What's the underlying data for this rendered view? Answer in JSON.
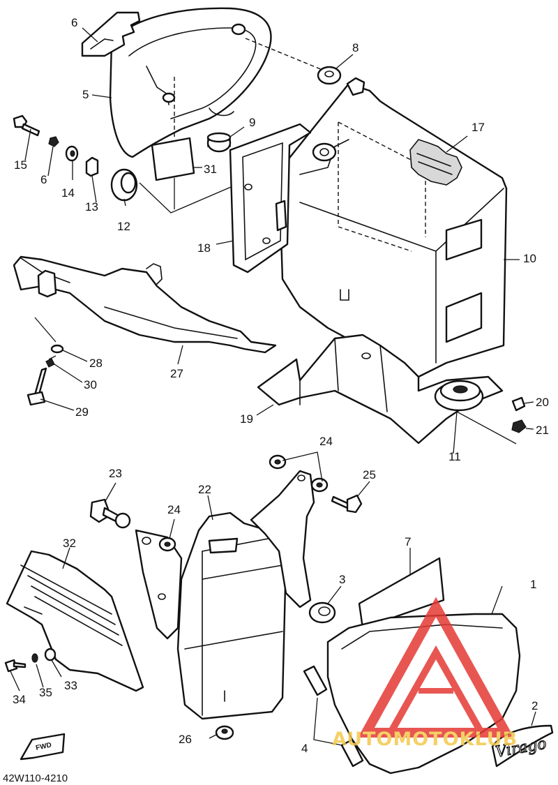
{
  "diagram": {
    "reference_code": "42W110-4210",
    "fwd_badge": "FWD",
    "emblem_script": "Virago",
    "watermark": {
      "text": "AUTOMOTOKLUB",
      "color": "#e53935",
      "text_color": "#f3c84c"
    },
    "callouts": [
      {
        "id": "c1",
        "label": "1"
      },
      {
        "id": "c2",
        "label": "2"
      },
      {
        "id": "c3",
        "label": "3"
      },
      {
        "id": "c4",
        "label": "4"
      },
      {
        "id": "c5",
        "label": "5"
      },
      {
        "id": "c6",
        "label": "6"
      },
      {
        "id": "c6b",
        "label": "6"
      },
      {
        "id": "c7",
        "label": "7"
      },
      {
        "id": "c8",
        "label": "8"
      },
      {
        "id": "c9",
        "label": "9"
      },
      {
        "id": "c10",
        "label": "10"
      },
      {
        "id": "c11",
        "label": "11"
      },
      {
        "id": "c12",
        "label": "12"
      },
      {
        "id": "c13",
        "label": "13"
      },
      {
        "id": "c14",
        "label": "14"
      },
      {
        "id": "c15",
        "label": "15"
      },
      {
        "id": "c17",
        "label": "17"
      },
      {
        "id": "c18",
        "label": "18"
      },
      {
        "id": "c19",
        "label": "19"
      },
      {
        "id": "c20",
        "label": "20"
      },
      {
        "id": "c21",
        "label": "21"
      },
      {
        "id": "c22",
        "label": "22"
      },
      {
        "id": "c23",
        "label": "23"
      },
      {
        "id": "c24",
        "label": "24"
      },
      {
        "id": "c24b",
        "label": "24"
      },
      {
        "id": "c25",
        "label": "25"
      },
      {
        "id": "c26",
        "label": "26"
      },
      {
        "id": "c27",
        "label": "27"
      },
      {
        "id": "c28",
        "label": "28"
      },
      {
        "id": "c29",
        "label": "29"
      },
      {
        "id": "c30",
        "label": "30"
      },
      {
        "id": "c31",
        "label": "31"
      },
      {
        "id": "c32",
        "label": "32"
      },
      {
        "id": "c33",
        "label": "33"
      },
      {
        "id": "c34",
        "label": "34"
      },
      {
        "id": "c35",
        "label": "35"
      }
    ]
  }
}
